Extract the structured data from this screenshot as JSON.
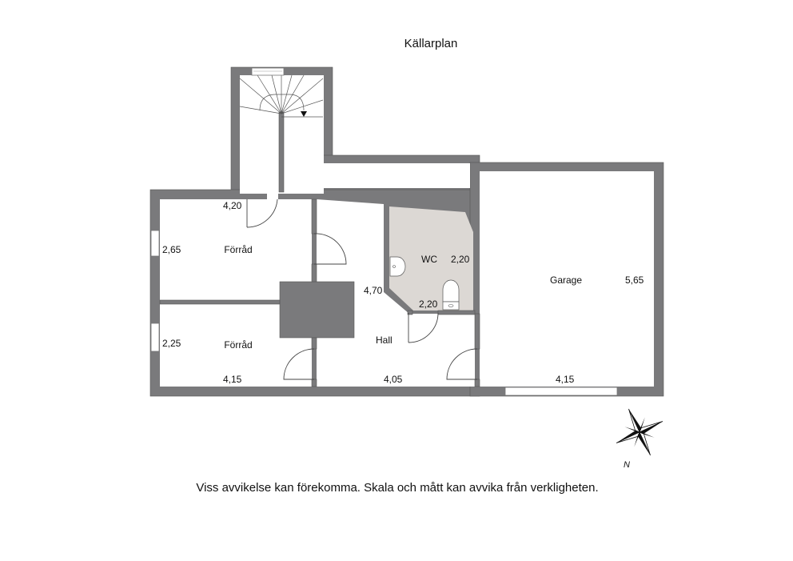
{
  "title": "Källarplan",
  "footer": "Viss avvikelse kan förekomma. Skala och mått kan avvika från verkligheten.",
  "colors": {
    "wall": "#7a7a7c",
    "wc_floor": "#dcd8d4",
    "background": "#ffffff",
    "text": "#111111"
  },
  "rooms": [
    {
      "name": "Förråd",
      "id": "forrad-upper",
      "dims": [
        "4,20",
        "2,65"
      ]
    },
    {
      "name": "Förråd",
      "id": "forrad-lower",
      "dims": [
        "4,15",
        "2,25"
      ]
    },
    {
      "name": "WC",
      "id": "wc",
      "dims": [
        "2,20",
        "2,20"
      ]
    },
    {
      "name": "Hall",
      "id": "hall",
      "dims": [
        "4,05",
        "4,70"
      ]
    },
    {
      "name": "Garage",
      "id": "garage",
      "dims": [
        "4,15",
        "5,65"
      ]
    }
  ],
  "compass": {
    "label": "N",
    "icon": "compass-rose-icon"
  },
  "icons": [
    "staircase-icon",
    "sink-icon",
    "toilet-icon",
    "window-icon",
    "door-icon",
    "compass-rose-icon"
  ]
}
